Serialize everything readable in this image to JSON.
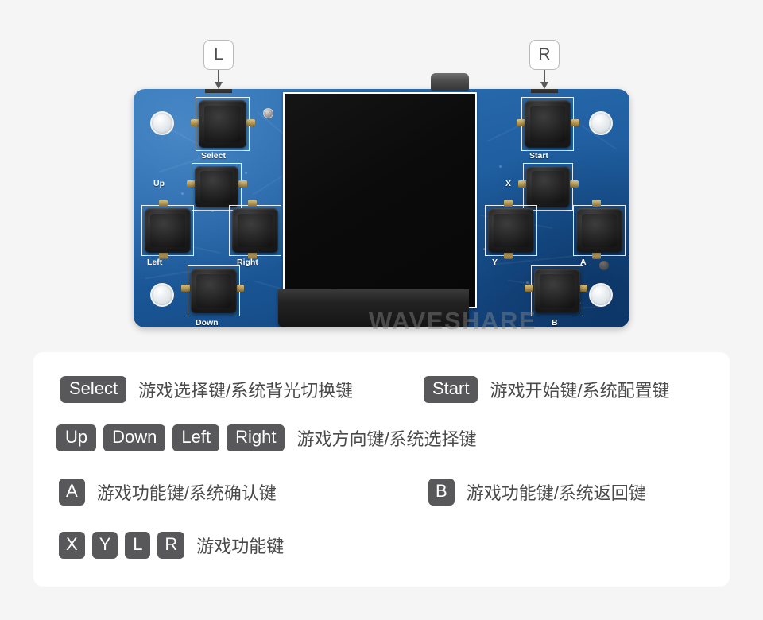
{
  "photo": {
    "watermark": "WAVESHARE",
    "callouts": [
      {
        "id": "L",
        "label": "L"
      },
      {
        "id": "R",
        "label": "R"
      }
    ],
    "silkscreen_labels": [
      {
        "name": "Select",
        "text": "Select"
      },
      {
        "name": "Up",
        "text": "Up"
      },
      {
        "name": "Left",
        "text": "Left"
      },
      {
        "name": "Right",
        "text": "Right"
      },
      {
        "name": "Down",
        "text": "Down"
      },
      {
        "name": "Start",
        "text": "Start"
      },
      {
        "name": "X",
        "text": "X"
      },
      {
        "name": "Y",
        "text": "Y"
      },
      {
        "name": "A",
        "text": "A"
      },
      {
        "name": "B",
        "text": "B"
      }
    ]
  },
  "legend": {
    "rows": [
      {
        "id": "select",
        "keys": [
          "Select"
        ],
        "desc": "游戏选择键/系统背光切换键"
      },
      {
        "id": "start",
        "keys": [
          "Start"
        ],
        "desc": "游戏开始键/系统配置键"
      },
      {
        "id": "dpad",
        "keys": [
          "Up",
          "Down",
          "Left",
          "Right"
        ],
        "desc": "游戏方向键/系统选择键"
      },
      {
        "id": "a",
        "keys": [
          "A"
        ],
        "desc": "游戏功能键/系统确认键"
      },
      {
        "id": "b",
        "keys": [
          "B"
        ],
        "desc": "游戏功能键/系统返回键"
      },
      {
        "id": "xylr",
        "keys": [
          "X",
          "Y",
          "L",
          "R"
        ],
        "desc": "游戏功能键"
      }
    ]
  },
  "colors": {
    "page_background": "#f5f5f5",
    "card_background": "#ffffff",
    "badge_background": "#58585a",
    "badge_text": "#ffffff",
    "description_text": "#4a4a4a",
    "pcb_blue": "#1d5c9e",
    "lcd_black": "#0b0b0b",
    "watermark_gray": "#878787"
  }
}
